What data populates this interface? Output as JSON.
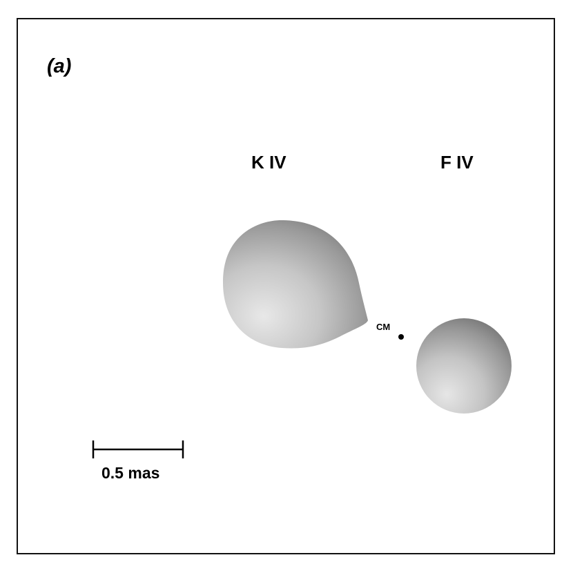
{
  "panel_label": "(a)",
  "stars": {
    "primary": {
      "label": "K IV",
      "shape": "roche-lobe-teardrop"
    },
    "secondary": {
      "label": "F IV",
      "shape": "sphere"
    }
  },
  "center_of_mass": {
    "label": "CM"
  },
  "scale_bar": {
    "label": "0.5 mas"
  },
  "colors": {
    "frame": "#111111",
    "star_light": "#e6e6e6",
    "star_mid": "#b4b4b4",
    "star_dark": "#7a7a7a",
    "marker": "#000000"
  }
}
